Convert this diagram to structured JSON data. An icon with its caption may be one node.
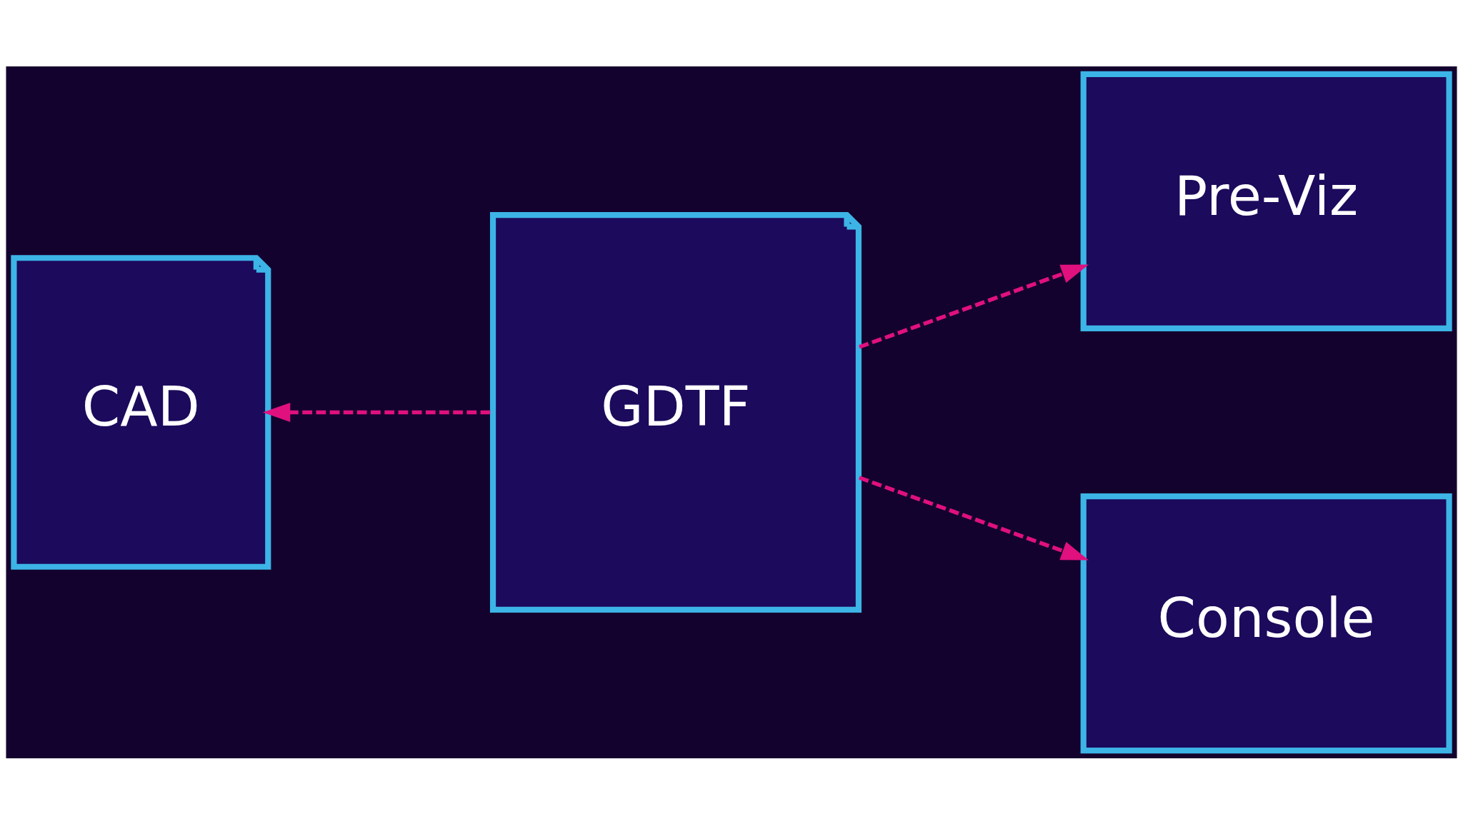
{
  "diagram": {
    "nodes": [
      {
        "text": [
          "GDTF"
        ]
      },
      {
        "text": [
          "CAD"
        ]
      },
      {
        "text": [
          "Pre-Viz"
        ]
      },
      {
        "text": [
          "Console"
        ]
      }
    ],
    "edges": [
      {
        "from": 0,
        "to": 1,
        "arrow": "to",
        "style": "dashed"
      },
      {
        "from": 0,
        "to": 2,
        "arrow": "to",
        "style": "dashed"
      },
      {
        "from": 0,
        "to": 3,
        "arrow": "to",
        "style": "dashed"
      }
    ]
  }
}
